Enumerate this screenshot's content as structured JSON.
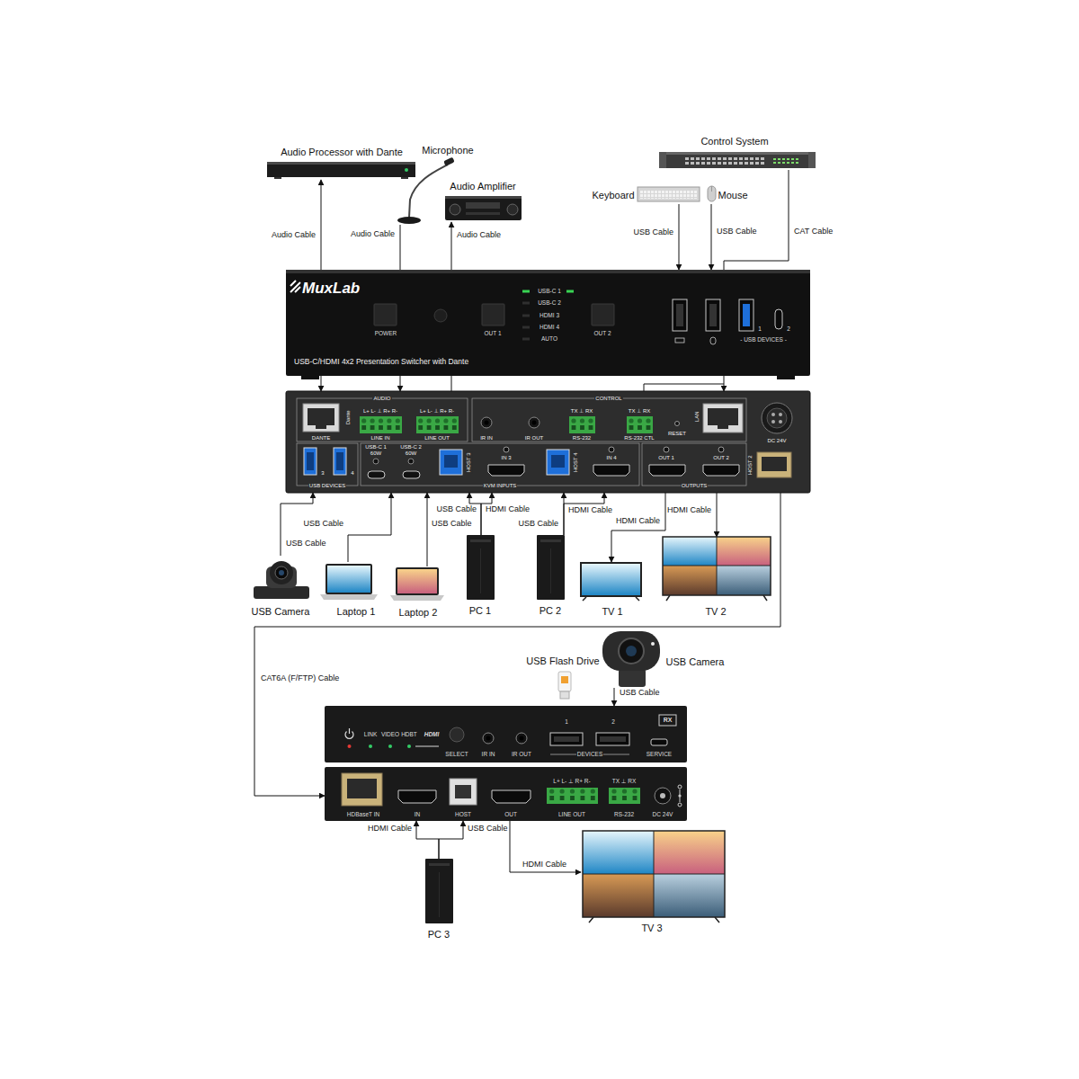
{
  "diagram": {
    "nodes": [
      {
        "text": [
          "Audio Processor with Dante"
        ]
      },
      {
        "text": [
          "Microphone"
        ]
      },
      {
        "text": [
          "Audio Amplifier"
        ]
      },
      {
        "text": [
          "Control System"
        ]
      },
      {
        "text": [
          "Keyboard"
        ]
      },
      {
        "text": [
          "Mouse"
        ]
      },
      {
        "text": [
          "MuxLab",
          "POWER",
          "OUT 1",
          "OUT 2",
          "USB-C 1",
          "USB-C 2",
          "HDMI 3",
          "HDMI 4",
          "AUTO",
          "1",
          "2",
          "- USB DEVICES -",
          "USB-C/HDMI 4x2 Presentation Switcher with Dante"
        ]
      },
      {
        "text": [
          "AUDIO",
          "CONTROL",
          "Dante",
          "DANTE",
          "L+ L- ⊥ R+ R-",
          "LINE IN",
          "L+ L- ⊥ R+ R-",
          "LINE OUT",
          "IR IN",
          "IR OUT",
          "TX ⊥ RX",
          "RS-232",
          "TX ⊥ RX",
          "RS-232 CTL",
          "RESET",
          "LAN",
          "DC 24V",
          "3",
          "4",
          "USB DEVICES",
          "USB-C 1 60W",
          "USB-C 2 60W",
          "HOST 3",
          "IN 3",
          "HOST 4",
          "IN 4",
          "KVM INPUTS",
          "OUT 1",
          "OUT 2",
          "OUTPUTS",
          "HOST 2"
        ]
      },
      {
        "text": [
          "USB Camera"
        ]
      },
      {
        "text": [
          "Laptop 1"
        ]
      },
      {
        "text": [
          "Laptop 2"
        ]
      },
      {
        "text": [
          "PC 1"
        ]
      },
      {
        "text": [
          "PC 2"
        ]
      },
      {
        "text": [
          "TV 1"
        ]
      },
      {
        "text": [
          "TV 2"
        ]
      },
      {
        "text": [
          "USB Flash Drive"
        ]
      },
      {
        "text": [
          "USB Camera"
        ]
      },
      {
        "text": [
          "RX",
          "LINK",
          "VIDEO",
          "HDBT",
          "HDMI",
          "SELECT",
          "IR IN",
          "IR OUT",
          "1",
          "2",
          "DEVICES",
          "SERVICE"
        ]
      },
      {
        "text": [
          "HDBaseT IN",
          "IN",
          "HOST",
          "OUT",
          "L+ L- ⊥ R+ R-",
          "LINE OUT",
          "TX ⊥ RX",
          "RS-232",
          "DC 24V"
        ]
      },
      {
        "text": [
          "PC 3"
        ]
      },
      {
        "text": [
          "TV 3"
        ]
      }
    ],
    "edges": [
      {
        "from": 0,
        "to": 7,
        "label": "Audio Cable",
        "arrow": "both"
      },
      {
        "from": 1,
        "to": 7,
        "label": "Audio Cable",
        "arrow": "to"
      },
      {
        "from": 7,
        "to": 2,
        "label": "Audio Cable",
        "arrow": "to"
      },
      {
        "from": 4,
        "to": 6,
        "label": "USB Cable",
        "arrow": "to"
      },
      {
        "from": 5,
        "to": 6,
        "label": "USB Cable",
        "arrow": "to"
      },
      {
        "from": 3,
        "to": 7,
        "label": "CAT Cable",
        "arrow": "to"
      },
      {
        "from": 8,
        "to": 7,
        "label": "USB Cable",
        "arrow": "to"
      },
      {
        "from": 9,
        "to": 7,
        "label": "USB Cable",
        "arrow": "to"
      },
      {
        "from": 10,
        "to": 7,
        "label": "USB Cable",
        "arrow": "to"
      },
      {
        "from": 11,
        "to": 7,
        "label": "USB Cable",
        "arrow": "to"
      },
      {
        "from": 11,
        "to": 7,
        "label": "HDMI Cable",
        "arrow": "to"
      },
      {
        "from": 12,
        "to": 7,
        "label": "USB Cable",
        "arrow": "to"
      },
      {
        "from": 12,
        "to": 7,
        "label": "HDMI Cable",
        "arrow": "to"
      },
      {
        "from": 7,
        "to": 13,
        "label": "HDMI Cable",
        "arrow": "to"
      },
      {
        "from": 7,
        "to": 14,
        "label": "HDMI Cable",
        "arrow": "to"
      },
      {
        "from": 7,
        "to": 18,
        "label": "CAT6A (F/FTP) Cable",
        "arrow": "to"
      },
      {
        "from": 16,
        "to": 17,
        "label": "USB Cable",
        "arrow": "to"
      },
      {
        "from": 19,
        "to": 18,
        "label": "HDMI Cable",
        "arrow": "to"
      },
      {
        "from": 19,
        "to": 18,
        "label": "USB Cable",
        "arrow": "to"
      },
      {
        "from": 18,
        "to": 20,
        "label": "HDMI Cable",
        "arrow": "to"
      }
    ]
  }
}
